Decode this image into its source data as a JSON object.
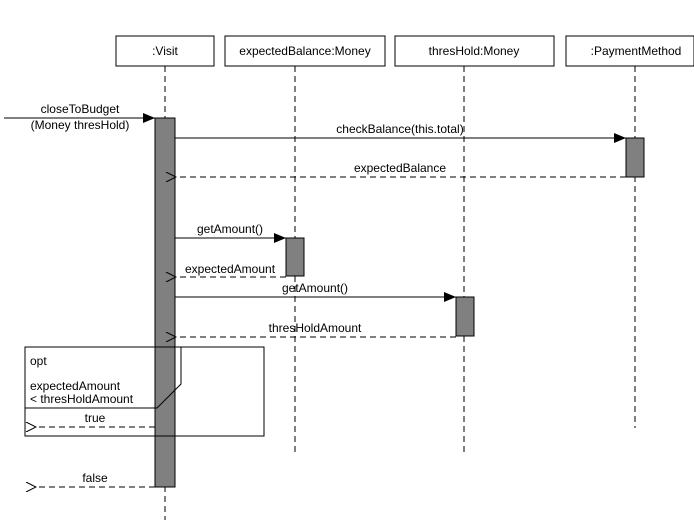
{
  "diagram": {
    "type": "sequence",
    "lifelines": [
      {
        "id": "visit",
        "label": ":Visit"
      },
      {
        "id": "expected",
        "label": "expectedBalance:Money"
      },
      {
        "id": "threshold",
        "label": "thresHold:Money"
      },
      {
        "id": "payment",
        "label": ":PaymentMethod"
      }
    ],
    "incoming_message": {
      "line1": "closeToBudget",
      "line2": "(Money thresHold)"
    },
    "messages": [
      {
        "id": "m1",
        "label": "checkBalance(this.total)",
        "kind": "call"
      },
      {
        "id": "m2",
        "label": "expectedBalance",
        "kind": "return"
      },
      {
        "id": "m3",
        "label": "getAmount()",
        "kind": "call"
      },
      {
        "id": "m4",
        "label": "expectedAmount",
        "kind": "return"
      },
      {
        "id": "m5",
        "label": "getAmount()",
        "kind": "call"
      },
      {
        "id": "m6",
        "label": "thresHoldAmount",
        "kind": "return"
      },
      {
        "id": "m7",
        "label": "true",
        "kind": "return"
      },
      {
        "id": "m8",
        "label": "false",
        "kind": "return"
      }
    ],
    "fragment": {
      "operator": "opt",
      "guard_line1": "expectedAmount",
      "guard_line2": "< thresHoldAmount"
    },
    "colors": {
      "activation_fill": "#808080",
      "line": "#000000",
      "background": "#ffffff"
    }
  }
}
